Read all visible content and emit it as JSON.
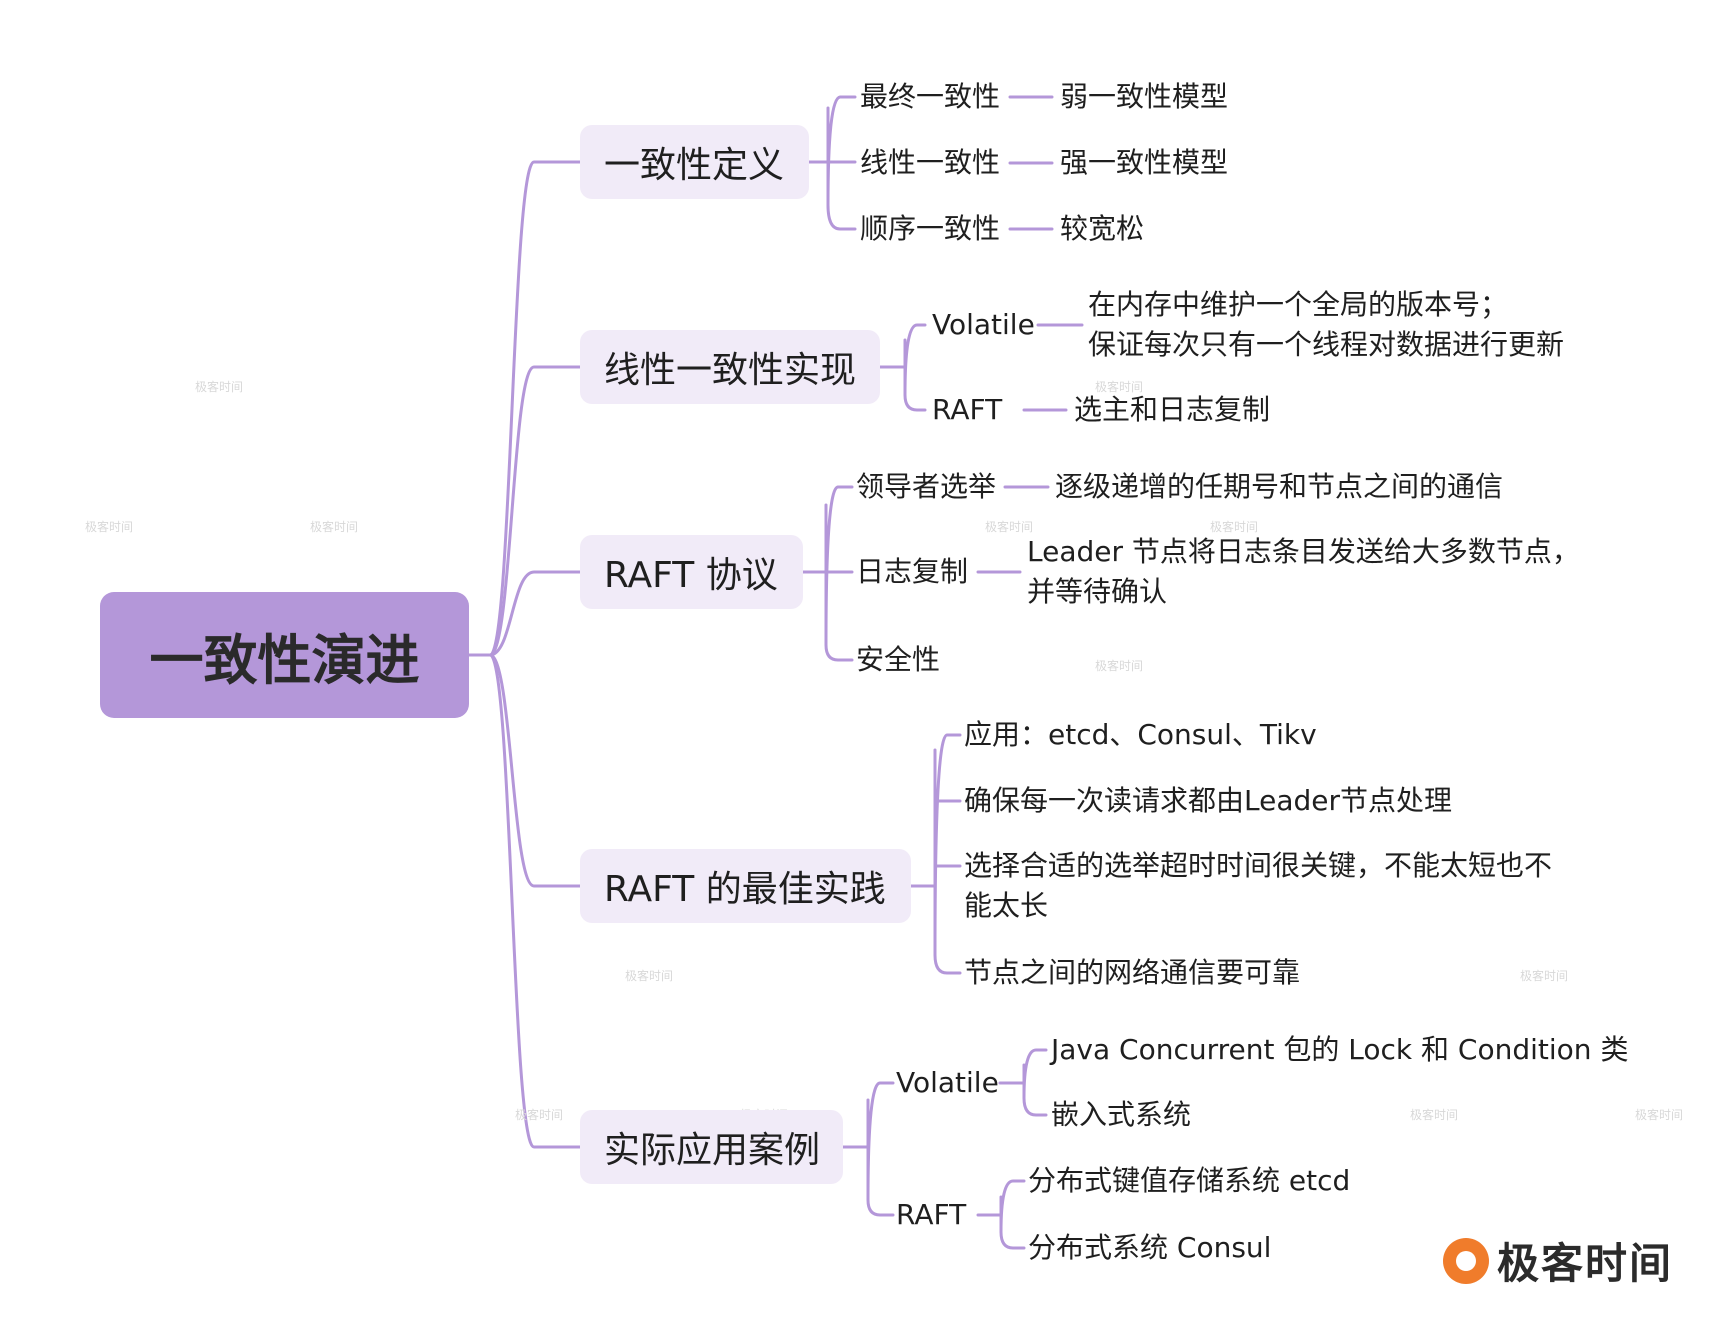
{
  "root": "一致性演进",
  "branches": {
    "definition": {
      "label": "一致性定义",
      "items": [
        {
          "label": "最终一致性",
          "detail": "弱一致性模型"
        },
        {
          "label": "线性一致性",
          "detail": "强一致性模型"
        },
        {
          "label": "顺序一致性",
          "detail": "较宽松"
        }
      ]
    },
    "linear_impl": {
      "label": "线性一致性实现",
      "items": [
        {
          "label": "Volatile",
          "detail_line1": "在内存中维护一个全局的版本号；",
          "detail_line2": "保证每次只有一个线程对数据进行更新"
        },
        {
          "label": "RAFT",
          "detail": "选主和日志复制"
        }
      ]
    },
    "raft": {
      "label": "RAFT 协议",
      "items": [
        {
          "label": "领导者选举",
          "detail": "逐级递增的任期号和节点之间的通信"
        },
        {
          "label": "日志复制",
          "detail_line1": "Leader 节点将日志条目发送给大多数节点，",
          "detail_line2": "并等待确认"
        },
        {
          "label": "安全性"
        }
      ]
    },
    "best_practice": {
      "label": "RAFT 的最佳实践",
      "items": [
        "应用：etcd、Consul、Tikv",
        "确保每一次读请求都由Leader节点处理",
        "选择合适的选举超时时间很关键，不能太短也不能太长",
        "节点之间的网络通信要可靠"
      ]
    },
    "cases": {
      "label": "实际应用案例",
      "items": [
        {
          "label": "Volatile",
          "children": [
            "Java Concurrent 包的 Lock 和 Condition 类",
            "嵌入式系统"
          ]
        },
        {
          "label": "RAFT",
          "children": [
            "分布式键值存储系统 etcd",
            "分布式系统 Consul"
          ]
        }
      ]
    }
  },
  "watermark": "极客时间",
  "brand": "极客时间",
  "colors": {
    "root_fill": "#b497d9",
    "node_fill": "#f1ebf8",
    "connector": "#b497d9",
    "logo": "#f07c2b"
  }
}
